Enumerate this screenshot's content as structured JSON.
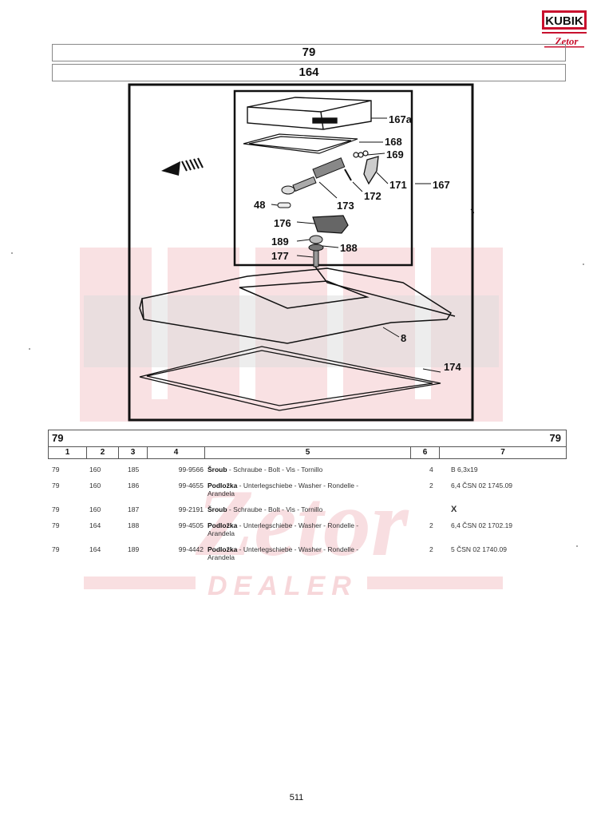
{
  "logo": {
    "brand": "KUBIK",
    "sub": "Zetor"
  },
  "header": {
    "group": "79",
    "subgroup": "164"
  },
  "diagram": {
    "labels": [
      "167a",
      "168",
      "169",
      "171",
      "167",
      "172",
      "173",
      "48",
      "176",
      "189",
      "188",
      "177",
      "9",
      "8",
      "174"
    ]
  },
  "watermark": {
    "text": "DEALER"
  },
  "table": {
    "title_left": "79",
    "title_right": "79",
    "columns": [
      "1",
      "2",
      "3",
      "4",
      "5",
      "6",
      "7"
    ],
    "rows": [
      {
        "c1": "79",
        "c2": "160",
        "c3": "185",
        "c4": "99-9566",
        "c5_bold": "Šroub",
        "c5_rest": " - Schraube - Bolt - Vis - Tornillo",
        "c5_line2": "",
        "c6": "4",
        "c7": "B 6,3x19"
      },
      {
        "c1": "79",
        "c2": "160",
        "c3": "186",
        "c4": "99-4655",
        "c5_bold": "Podložka",
        "c5_rest": " - Unterlegschiebe - Washer - Rondelle -",
        "c5_line2": "Arandela",
        "c6": "2",
        "c7": "6,4 ČSN 02 1745.09"
      },
      {
        "c1": "79",
        "c2": "160",
        "c3": "187",
        "c4": "99-2191",
        "c5_bold": "Šroub",
        "c5_rest": " - Schraube - Bolt - Vis - Tornillo",
        "c5_line2": "",
        "c6": "",
        "c7": "X"
      },
      {
        "c1": "79",
        "c2": "164",
        "c3": "188",
        "c4": "99-4505",
        "c5_bold": "Podložka",
        "c5_rest": " - Unterlegschiebe - Washer - Rondelle -",
        "c5_line2": "Arandela",
        "c6": "2",
        "c7": "6,4 ČSN 02 1702.19"
      },
      {
        "c1": "79",
        "c2": "164",
        "c3": "189",
        "c4": "99-4442",
        "c5_bold": "Podložka",
        "c5_rest": " - Unterlegschiebe - Washer - Rondelle -",
        "c5_line2": "Arandela",
        "c6": "2",
        "c7": "5 ČSN 02 1740.09"
      }
    ]
  },
  "page_number": "511"
}
